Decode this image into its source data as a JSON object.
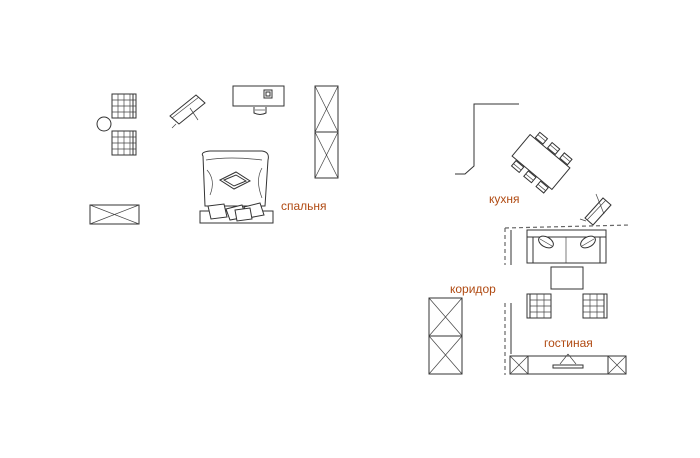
{
  "rooms": {
    "bedroom": "спальня",
    "kitchen": "кухня",
    "corridor": "коридор",
    "living": "гостиная"
  },
  "colors": {
    "label": "#b04a12",
    "line": "#333333",
    "background": "#ffffff"
  }
}
